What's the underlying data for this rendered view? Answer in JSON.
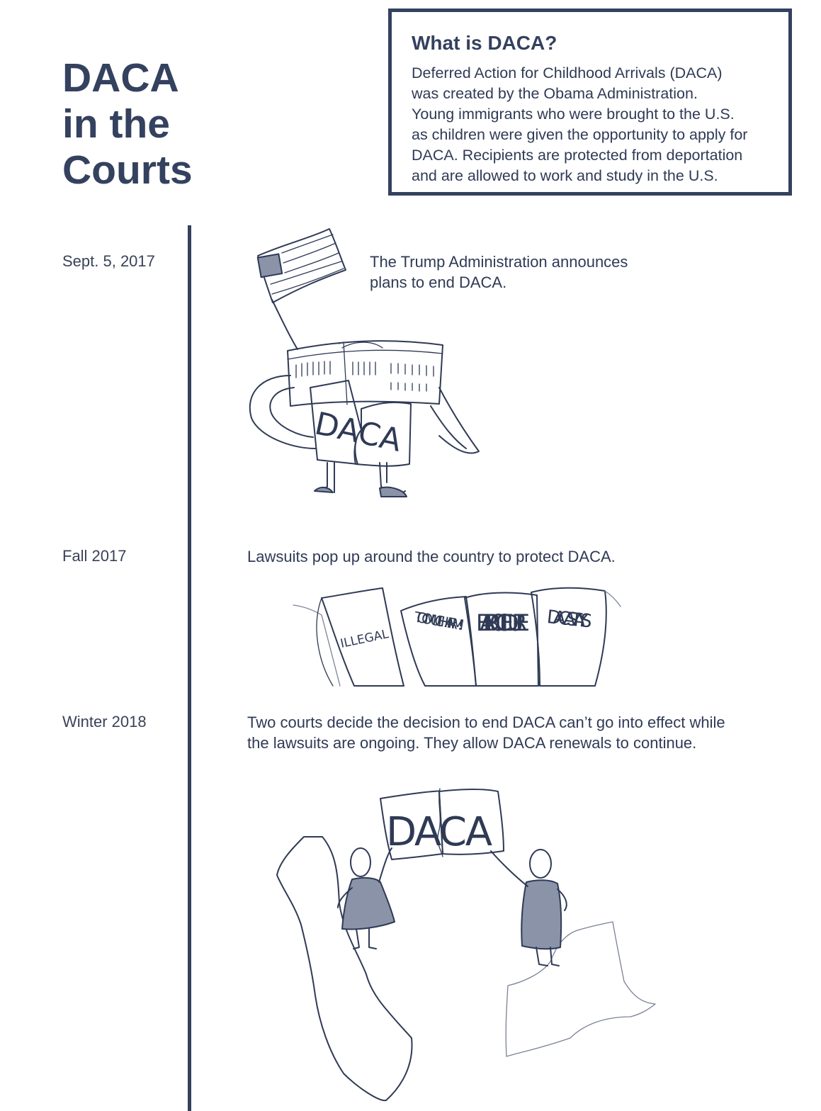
{
  "title": {
    "line1": "DACA",
    "line2": "in the",
    "line3": "Courts"
  },
  "info_box": {
    "heading": "What is DACA?",
    "lines": [
      "Deferred Action for Childhood Arrivals (DACA)",
      "was created by the Obama Administration.",
      "Young immigrants who were brought to the U.S.",
      "as children were given the opportunity to apply for",
      "DACA. Recipients are protected from deportation",
      "and are allowed to work and study in the U.S."
    ]
  },
  "timeline": [
    {
      "date": "Sept. 5, 2017",
      "text_lines": [
        "The Trump Administration announces",
        "plans to end DACA."
      ]
    },
    {
      "date": "Fall 2017",
      "text_lines": [
        "Lawsuits pop up around the country to protect DACA."
      ]
    },
    {
      "date": "Winter 2018",
      "text_lines": [
        "Two courts decide the decision to end DACA can’t go into effect while",
        "the lawsuits are ongoing. They allow DACA renewals to continue."
      ]
    }
  ],
  "illustrations": {
    "torn_sign_lettering": "DACA",
    "lawsuit_papers": [
      "ILLEGAL",
      "TOO MUCH HARM!",
      "BAD PROCEDURE",
      "DACA STAYS"
    ],
    "held_sign_lettering": "DACA"
  },
  "colors": {
    "ink": "#2f3a55",
    "heading": "#34415f"
  }
}
